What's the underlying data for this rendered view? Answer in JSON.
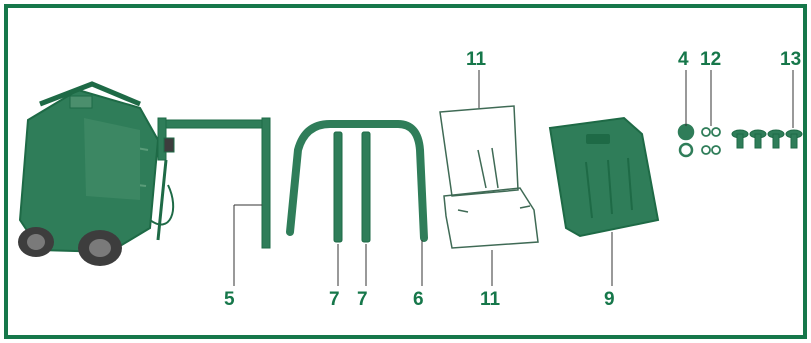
{
  "colors": {
    "frame": "#16774a",
    "label": "#16774a",
    "part_fill": "#2f7d59",
    "part_line": "#1e6a46"
  },
  "labels": {
    "motor_base": "5",
    "handle_lower_a": "7",
    "handle_lower_b": "7",
    "handle_upper": "6",
    "grass_bag_frame_top": "11",
    "grass_bag_frame_bottom": "11",
    "grass_bag_cover": "9",
    "bolt": "4",
    "clips": "12",
    "knobs": "13"
  },
  "icons": {
    "mower_body": "lawn-scarifier-body-icon",
    "lower_handle": "lower-handle-icon",
    "handle_bar": "handle-bar-icon",
    "bag_frame": "grass-bag-frame-icon",
    "bag_cover": "grass-bag-cover-icon",
    "bolt": "bolt-icon",
    "clips": "clip-icon",
    "knobs": "knob-icon"
  }
}
